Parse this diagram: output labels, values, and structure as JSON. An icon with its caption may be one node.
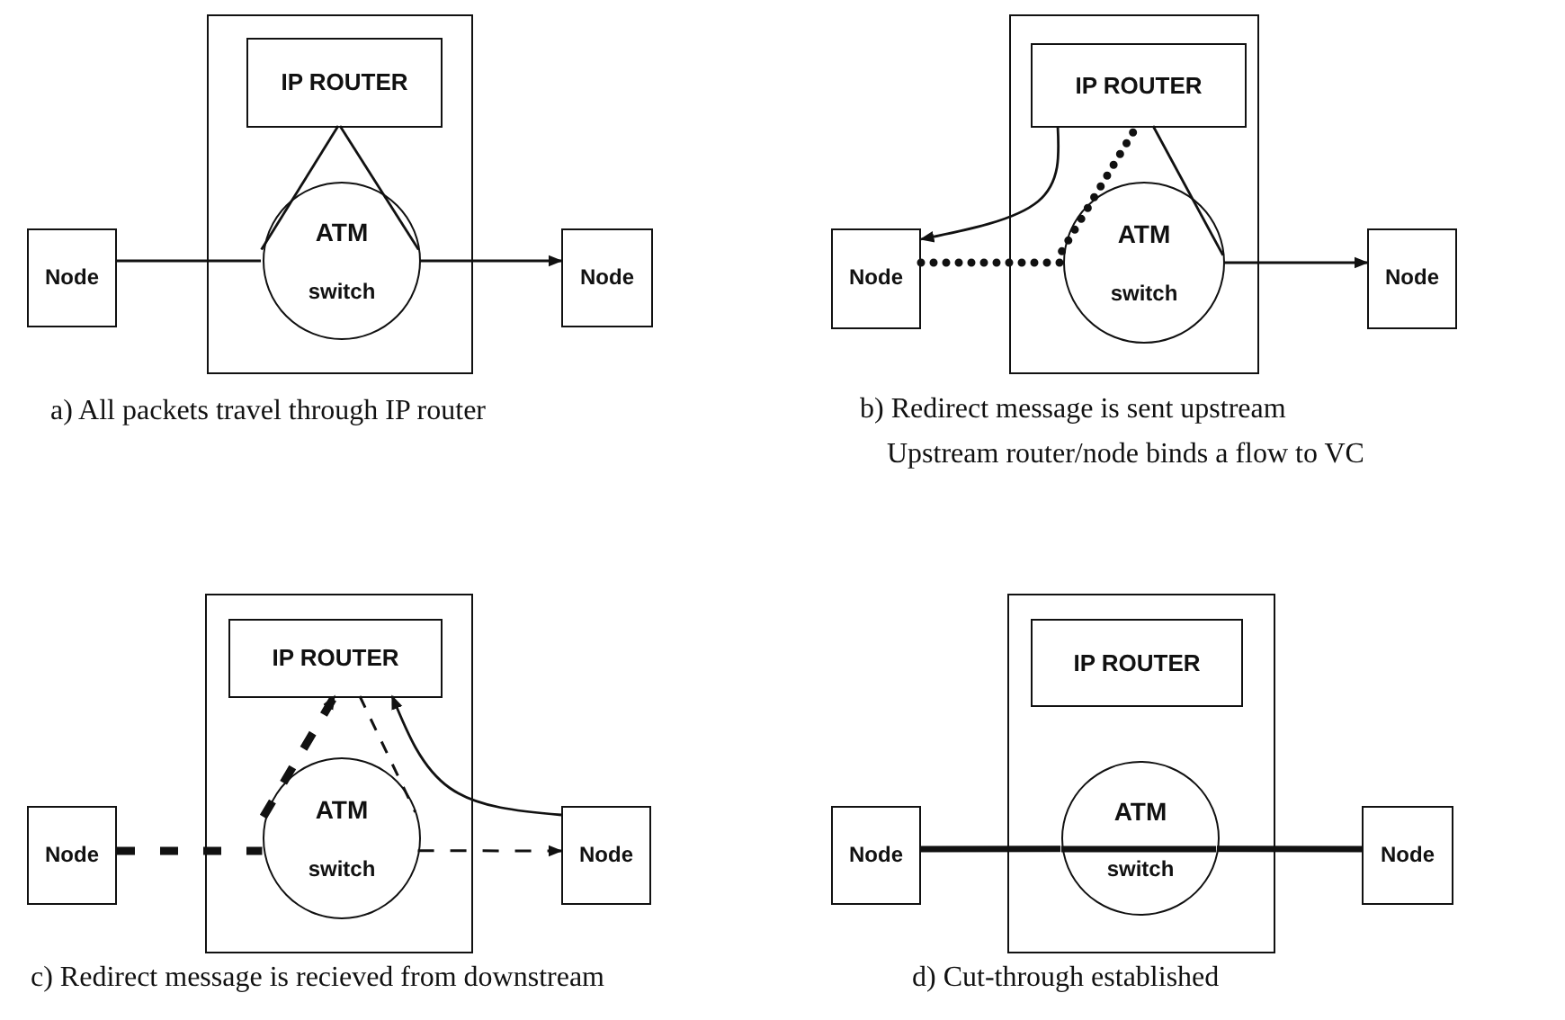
{
  "diagram": {
    "nodes": [
      {
        "text": [],
        "shape": "box"
      },
      {
        "text": [
          "IP ROUTER"
        ],
        "in": 0
      },
      {
        "text": [
          "ATM",
          "switch"
        ],
        "in": 0
      },
      {
        "text": [
          "Node"
        ]
      },
      {
        "text": [
          "Node"
        ]
      },
      {
        "text": [],
        "shape": "box"
      },
      {
        "text": [
          "IP ROUTER"
        ],
        "in": 5
      },
      {
        "text": [
          "ATM",
          "switch"
        ],
        "in": 5
      },
      {
        "text": [
          "Node"
        ]
      },
      {
        "text": [
          "Node"
        ]
      },
      {
        "text": [],
        "shape": "box"
      },
      {
        "text": [
          "IP ROUTER"
        ],
        "in": 10
      },
      {
        "text": [
          "ATM",
          "switch"
        ],
        "in": 10
      },
      {
        "text": [
          "Node"
        ]
      },
      {
        "text": [
          "Node"
        ]
      },
      {
        "text": [],
        "shape": "box"
      },
      {
        "text": [
          "IP ROUTER"
        ],
        "in": 15
      },
      {
        "text": [
          "ATM",
          "switch"
        ],
        "in": 15
      },
      {
        "text": [
          "Node"
        ]
      },
      {
        "text": [
          "Node"
        ]
      }
    ],
    "edges": [
      {
        "from": 3,
        "to": 2,
        "arrow": "none"
      },
      {
        "from": 2,
        "to": 1,
        "arrow": "none"
      },
      {
        "from": 1,
        "to": 2,
        "arrow": "none"
      },
      {
        "from": 2,
        "to": 4,
        "arrow": "to"
      },
      {
        "from": 8,
        "to": 7,
        "arrow": "none",
        "style": "dashed"
      },
      {
        "from": 7,
        "to": 6,
        "arrow": "none",
        "style": "dashed"
      },
      {
        "from": 6,
        "to": 7,
        "arrow": "none"
      },
      {
        "from": 7,
        "to": 9,
        "arrow": "to"
      },
      {
        "from": 6,
        "to": 8,
        "arrow": "to"
      },
      {
        "from": 13,
        "to": 12,
        "arrow": "none",
        "style": "dashed"
      },
      {
        "from": 12,
        "to": 11,
        "arrow": "to",
        "style": "dashed"
      },
      {
        "from": 11,
        "to": 12,
        "arrow": "none",
        "style": "dashed"
      },
      {
        "from": 12,
        "to": 14,
        "arrow": "to",
        "style": "dashed"
      },
      {
        "from": 14,
        "to": 11,
        "arrow": "to"
      },
      {
        "from": 18,
        "to": 17,
        "arrow": "none",
        "style": "thick"
      },
      {
        "from": 17,
        "to": 19,
        "arrow": "none",
        "style": "thick"
      }
    ],
    "labels": [
      "a) All packets travel through IP router",
      "b) Redirect message is sent upstream",
      "Upstream router/node binds a flow to VC",
      "c) Redirect message is recieved from downstream",
      "d) Cut-through established"
    ]
  }
}
